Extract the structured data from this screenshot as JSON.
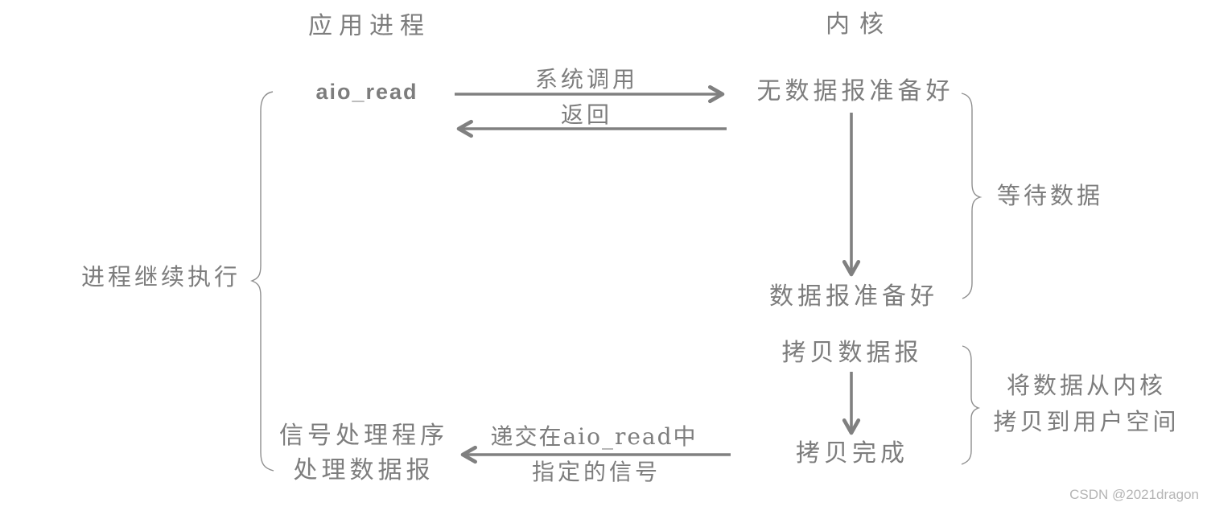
{
  "diagram": {
    "title_left": "应用进程",
    "title_right": "内核",
    "nodes": {
      "aio_read": "aio_read",
      "no_datagram_ready": "无数据报准备好",
      "datagram_ready": "数据报准备好",
      "copy_datagram": "拷贝数据报",
      "copy_complete": "拷贝完成",
      "signal_handler_line1": "信号处理程序",
      "signal_handler_line2": "处理数据报"
    },
    "edge_labels": {
      "system_call": "系统调用",
      "return": "返回",
      "deliver_signal_line1": "递交在aio_read中",
      "deliver_signal_line2": "指定的信号"
    },
    "annotations": {
      "process_continues": "进程继续执行",
      "wait_for_data": "等待数据",
      "copy_kernel_line1": "将数据从内核",
      "copy_kernel_line2": "拷贝到用户空间"
    },
    "watermark": "CSDN @2021dragon",
    "colors": {
      "text": "#7d7d7d",
      "arrow": "#808080",
      "brace": "#8f8f8f",
      "watermark": "#b5b5b5",
      "background": "#ffffff"
    }
  }
}
